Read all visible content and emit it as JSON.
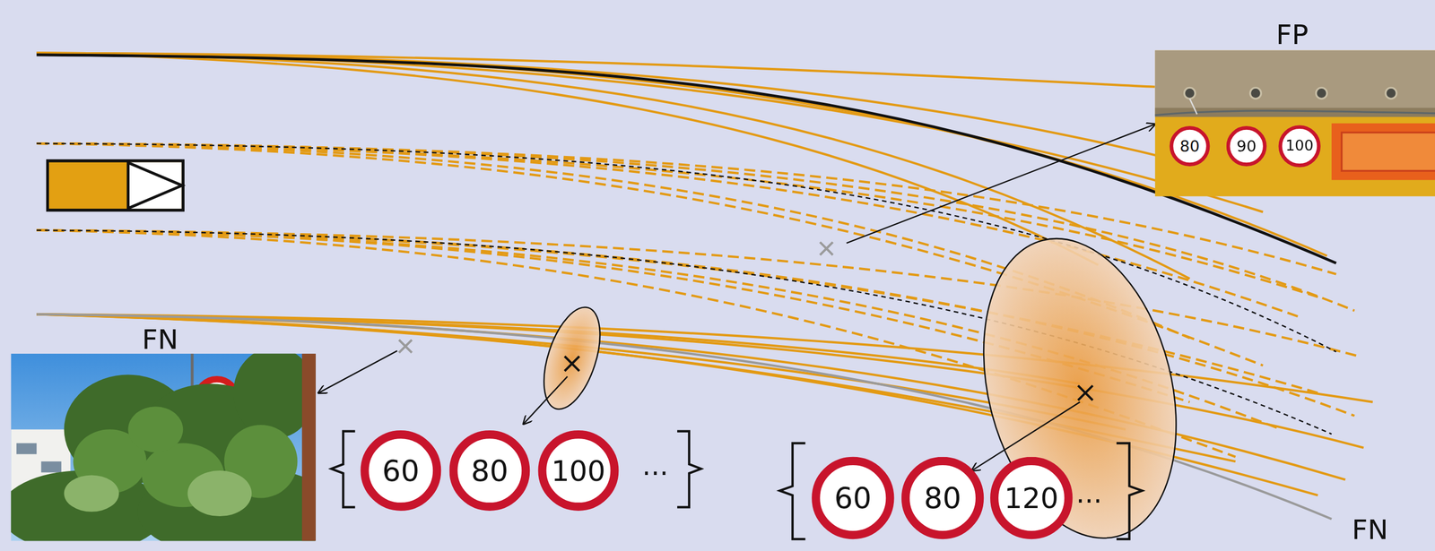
{
  "diagram": {
    "nodes": [
      {
        "text": [
          "80"
        ]
      },
      {
        "text": [
          "90"
        ]
      },
      {
        "text": [
          "100"
        ]
      },
      {
        "text": [
          "60"
        ]
      },
      {
        "text": [
          "80"
        ]
      },
      {
        "text": [
          "100"
        ]
      },
      {
        "text": [
          "60"
        ]
      },
      {
        "text": [
          "80"
        ]
      },
      {
        "text": [
          "120"
        ]
      }
    ],
    "labels": [
      "FP",
      "FN",
      "...",
      "FN",
      "..."
    ]
  }
}
